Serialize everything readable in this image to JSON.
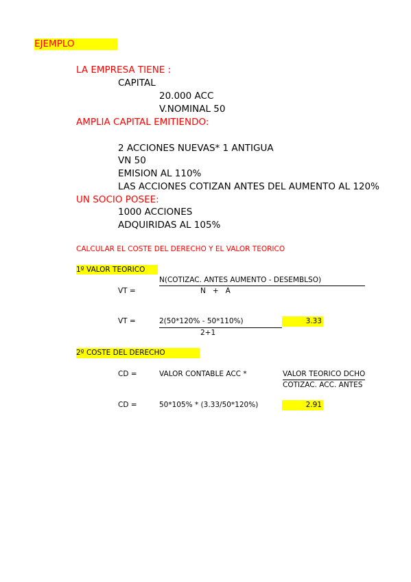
{
  "heading": "EJEMPLO",
  "company_label": "LA EMPRESA TIENE :",
  "capital_label": "CAPITAL",
  "shares": "20.000 ACC",
  "nominal": "V.NOMINAL 50",
  "expansion_label": "AMPLIA CAPITAL EMITIENDO:",
  "ratio": "2 ACCIONES NUEVAS* 1 ANTIGUA",
  "vn": "VN 50",
  "emission": "EMISION AL 110%",
  "quote_before": "LAS ACCIONES COTIZAN ANTES DEL AUMENTO AL 120%",
  "partner_label": "UN SOCIO POSEE:",
  "partner_shares": "1000 ACCIONES",
  "acquired": "ADQUIRIDAS AL 105%",
  "task": "CALCULAR EL COSTE DEL DERECHO Y EL VALOR TEORICO",
  "section1": {
    "title": "1º VALOR TEORICO",
    "vt_label": "VT =",
    "numerator": "N(COTIZAC. ANTES AUMENTO - DESEMBLSO)",
    "denominator": "N   +   A",
    "vt_label2": "VT =",
    "calc_numerator": "2(50*120% - 50*110%)",
    "calc_denominator": "2+1",
    "result": "3.33"
  },
  "section2": {
    "title": "2º COSTE DEL DERECHO",
    "cd_label": "CD =",
    "formula_left": "VALOR CONTABLE ACC *",
    "formula_numerator": "VALOR TEORICO DCHO",
    "formula_denominator": "COTIZAC. ACC. ANTES",
    "cd_label2": "CD =",
    "calc": "50*105% * (3.33/50*120%)",
    "result": "2.91"
  }
}
